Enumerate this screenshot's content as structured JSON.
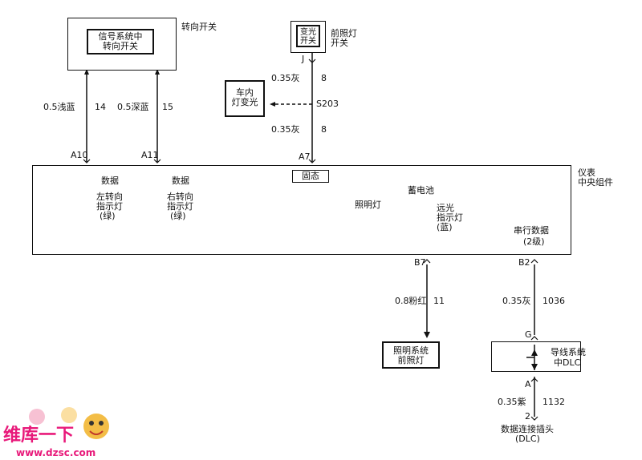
{
  "turn_switch": {
    "inner_line1": "信号系统中",
    "inner_line2": "转向开关",
    "label": "转向开关"
  },
  "headlamp_switch": {
    "inner_line1": "变光",
    "inner_line2": "开关",
    "label_line1": "前照灯",
    "label_line2": "开关",
    "pin": "J"
  },
  "dome_dimmer": {
    "line1": "车内",
    "line2": "灯变光"
  },
  "wires": {
    "w14": {
      "gauge_color": "0.5浅蓝",
      "number": "14",
      "pin": "A10"
    },
    "w15": {
      "gauge_color": "0.5深蓝",
      "number": "15",
      "pin": "A11"
    },
    "w8_top": {
      "gauge_color": "0.35灰",
      "number": "8"
    },
    "splice": "S203",
    "w8_bottom": {
      "gauge_color": "0.35灰",
      "number": "8",
      "pin": "A7"
    },
    "w11": {
      "gauge_color": "0.8粉红",
      "number": "11",
      "pin": "B7"
    },
    "w1036": {
      "gauge_color": "0.35灰",
      "number": "1036",
      "pin": "B2",
      "pin_bottom": "G"
    },
    "w1132": {
      "gauge_color": "0.35紫",
      "number": "1132",
      "pin_top": "A",
      "pin_bottom": "2"
    }
  },
  "cluster": {
    "label_line1": "仪表",
    "label_line2": "中央组件",
    "data_left": "数据",
    "data_right": "数据",
    "left_indicator": [
      "左转向",
      "指示灯",
      "(绿)"
    ],
    "right_indicator": [
      "右转向",
      "指示灯",
      "(绿)"
    ],
    "fixed_box": "固态",
    "illum": "照明灯",
    "battery": "蓄电池",
    "high_beam": [
      "远光",
      "指示灯",
      "(蓝)"
    ],
    "serial": [
      "串行数据",
      "(2级)"
    ]
  },
  "illum_system": {
    "line1": "照明系统",
    "line2": "前照灯"
  },
  "wiring_system": {
    "line1": "导线系统",
    "line2": "中DLC"
  },
  "dlc": {
    "line1": "数据连接插头",
    "line2": "(DLC)"
  },
  "watermark": {
    "logo": "维库一下",
    "url": "www.dzsc.com"
  }
}
